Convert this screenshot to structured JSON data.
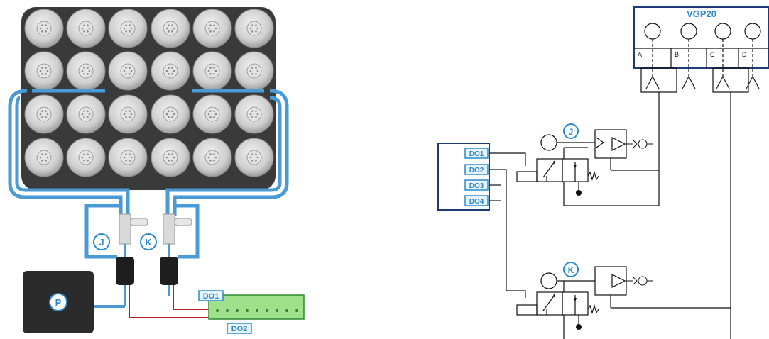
{
  "left_diagram": {
    "valve_labels": [
      "J",
      "K"
    ],
    "pump_label": "P",
    "output_labels": [
      "DO1",
      "DO2"
    ]
  },
  "right_diagram": {
    "gripper_title": "VGP20",
    "channels": [
      "A",
      "B",
      "C",
      "D"
    ],
    "valve_labels": [
      "J",
      "K"
    ],
    "outputs": [
      "DO1",
      "DO2",
      "DO3",
      "DO4"
    ]
  },
  "colors": {
    "tube_blue": "#4a9ad6",
    "label_blue": "#2b8ad0",
    "wire_red": "#b01e2a",
    "terminal_green": "#9fe08a",
    "pump_body": "#2b2b2b",
    "cup_gray": "#c9c9c9",
    "line_black": "#111111"
  }
}
